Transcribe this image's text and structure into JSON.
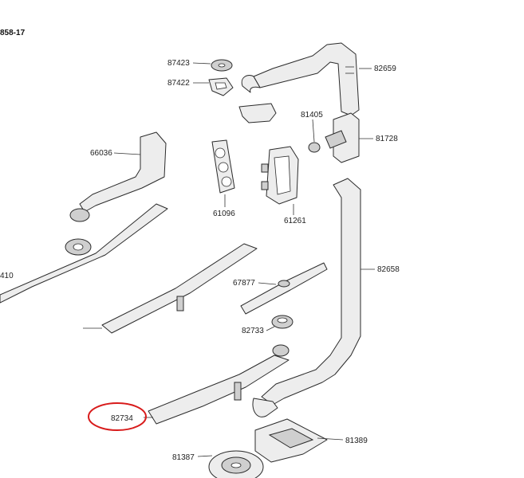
{
  "header": {
    "drawing_code": "858-17"
  },
  "labels": {
    "p87423": "87423",
    "p87422": "87422",
    "p82659": "82659",
    "p81405": "81405",
    "p81728": "81728",
    "p66036": "66036",
    "p61096": "61096",
    "p61261": "61261",
    "p82658": "82658",
    "p410": "410",
    "p67877": "67877",
    "p82733": "82733",
    "p82734": "82734",
    "p81389": "81389",
    "p81387": "81387"
  },
  "highlight": {
    "color": "#d81b1b",
    "target": "82734"
  }
}
